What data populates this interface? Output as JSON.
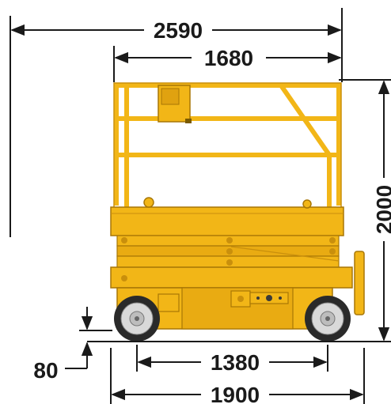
{
  "dimensions": {
    "overall_length": "2590",
    "platform_length": "1680",
    "stowed_height": "2000",
    "ground_clearance": "80",
    "wheelbase": "1380",
    "chassis_length": "1900"
  },
  "colors": {
    "machine_yellow": "#f2b617",
    "machine_shadow": "#c98f0c",
    "dimension_line": "#1a1a1a",
    "tire": "#2a2a2a",
    "hub": "#d9d9d9"
  }
}
